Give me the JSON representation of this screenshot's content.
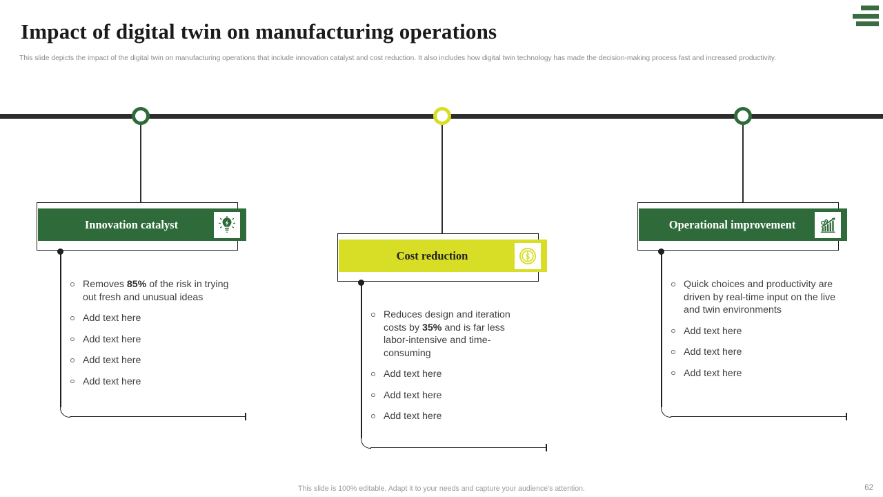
{
  "header": {
    "title": "Impact of digital twin on manufacturing operations",
    "subtitle": "This slide depicts the impact of the digital twin on manufacturing operations that include innovation catalyst and cost reduction. It also includes how digital twin technology has made the decision-making process fast and increased productivity.",
    "menu_icon": "hamburger-menu-icon"
  },
  "theme": {
    "green": "#2f6b3a",
    "yellow": "#d8de26",
    "dark": "#2d2d2d",
    "text": "#3d3d3d",
    "muted": "#9a9a9a"
  },
  "cards": [
    {
      "id": "innovation-catalyst",
      "title": "Innovation catalyst",
      "color": "green",
      "icon": "lightbulb-idea-icon",
      "node_color": "#2f6b3a",
      "bullets": [
        {
          "pre": "Removes ",
          "strong": "85%",
          "post": " of the risk in trying out fresh and unusual ideas"
        },
        {
          "pre": "Add text here",
          "strong": "",
          "post": ""
        },
        {
          "pre": "Add text here",
          "strong": "",
          "post": ""
        },
        {
          "pre": "Add text here",
          "strong": "",
          "post": ""
        },
        {
          "pre": "Add text here",
          "strong": "",
          "post": ""
        }
      ]
    },
    {
      "id": "cost-reduction",
      "title": "Cost reduction",
      "color": "yellow",
      "icon": "dollar-coin-icon",
      "node_color": "#d8de26",
      "bullets": [
        {
          "pre": "Reduces design and iteration costs by ",
          "strong": "35%",
          "post": " and is far less labor-intensive and time-consuming"
        },
        {
          "pre": "Add text here",
          "strong": "",
          "post": ""
        },
        {
          "pre": "Add text here",
          "strong": "",
          "post": ""
        },
        {
          "pre": "Add text here",
          "strong": "",
          "post": ""
        }
      ]
    },
    {
      "id": "operational-improvement",
      "title": "Operational improvement",
      "color": "green",
      "icon": "growth-chart-icon",
      "node_color": "#2f6b3a",
      "bullets": [
        {
          "pre": "Quick choices and productivity are driven by real-time input on the live and twin environments",
          "strong": "",
          "post": ""
        },
        {
          "pre": "Add text here",
          "strong": "",
          "post": ""
        },
        {
          "pre": "Add text here",
          "strong": "",
          "post": ""
        },
        {
          "pre": "Add text here",
          "strong": "",
          "post": ""
        }
      ]
    }
  ],
  "footer": {
    "note": "This slide is 100% editable. Adapt it to your needs and capture your audience's attention.",
    "page_number": "62"
  }
}
